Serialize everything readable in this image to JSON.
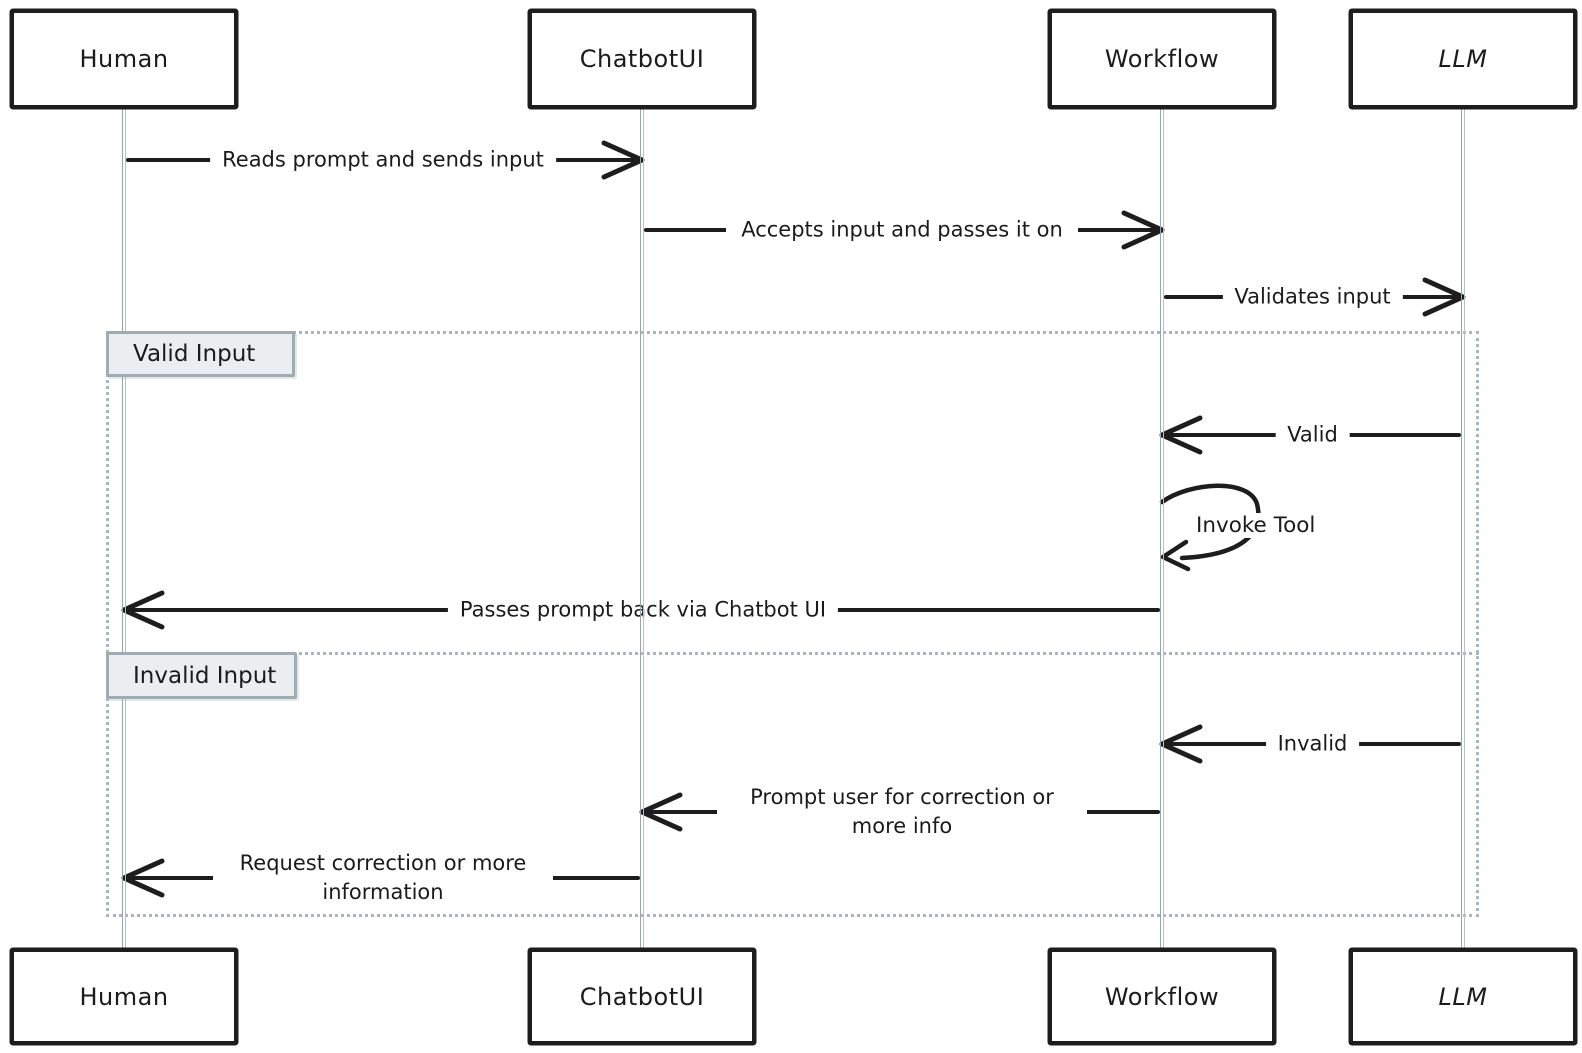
{
  "diagram_type": "sequence-diagram",
  "actors": [
    {
      "id": "human",
      "label": "Human"
    },
    {
      "id": "chatbotui",
      "label": "ChatbotUI"
    },
    {
      "id": "workflow",
      "label": "Workflow"
    },
    {
      "id": "llm",
      "label": "LLM"
    }
  ],
  "messages": {
    "reads_prompt": {
      "from": "Human",
      "to": "ChatbotUI",
      "label": "Reads prompt and sends input"
    },
    "accepts_input": {
      "from": "ChatbotUI",
      "to": "Workflow",
      "label": "Accepts input and passes it on"
    },
    "validates_input": {
      "from": "Workflow",
      "to": "LLM",
      "label": "Validates input"
    },
    "valid": {
      "from": "LLM",
      "to": "Workflow",
      "label": "Valid"
    },
    "invoke_tool": {
      "from": "Workflow",
      "to": "Workflow",
      "label": "Invoke Tool"
    },
    "passes_back": {
      "from": "Workflow",
      "to": "Human",
      "label": "Passes prompt back via Chatbot UI"
    },
    "invalid": {
      "from": "LLM",
      "to": "Workflow",
      "label": "Invalid"
    },
    "prompt_user": {
      "from": "Workflow",
      "to": "ChatbotUI",
      "label": "Prompt user for correction or more info"
    },
    "request_correction": {
      "from": "ChatbotUI",
      "to": "Human",
      "label": "Request correction or more information"
    }
  },
  "sections": {
    "valid": {
      "label": "Valid Input"
    },
    "invalid": {
      "label": "Invalid Input"
    }
  },
  "colors": {
    "stroke": "#1d1d1d",
    "lifeline": "#9aa3a8",
    "frame_dots": "#aab5bd",
    "section_bg": "#eaeef0",
    "section_border": "#a0abb2",
    "background": "#ffffff"
  }
}
